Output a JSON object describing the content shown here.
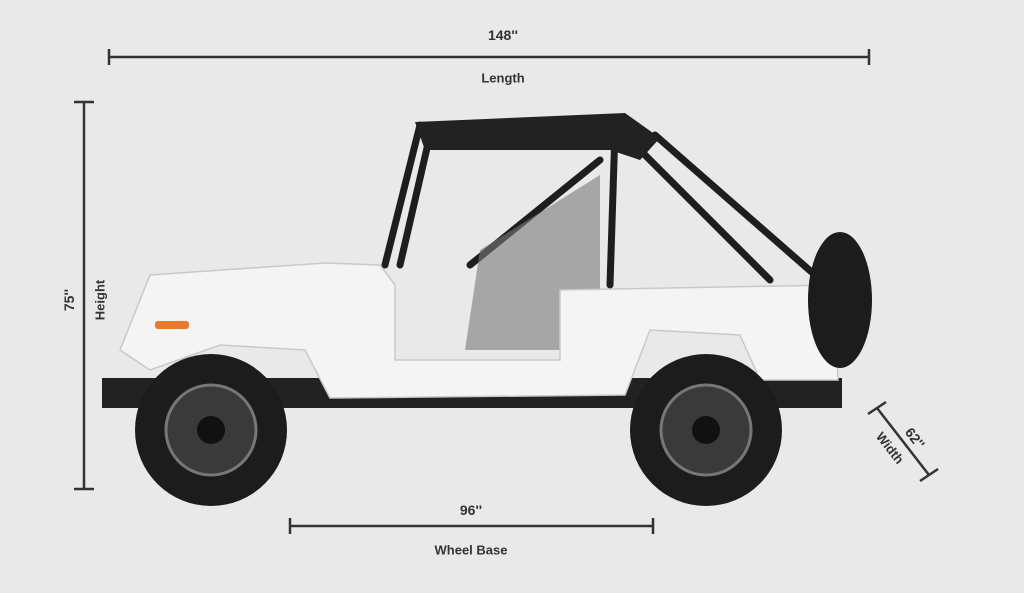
{
  "dimensions": {
    "length": {
      "value": "148''",
      "label": "Length"
    },
    "height": {
      "value": "75''",
      "label": "Height"
    },
    "wheel_base": {
      "value": "96''",
      "label": "Wheel Base"
    },
    "width": {
      "value": "62''",
      "label": "Width"
    }
  },
  "colors": {
    "background": "#e9e9e9",
    "dimension_line": "#333333",
    "vehicle_body": "#f4f4f4",
    "tire": "#1c1c1c"
  }
}
